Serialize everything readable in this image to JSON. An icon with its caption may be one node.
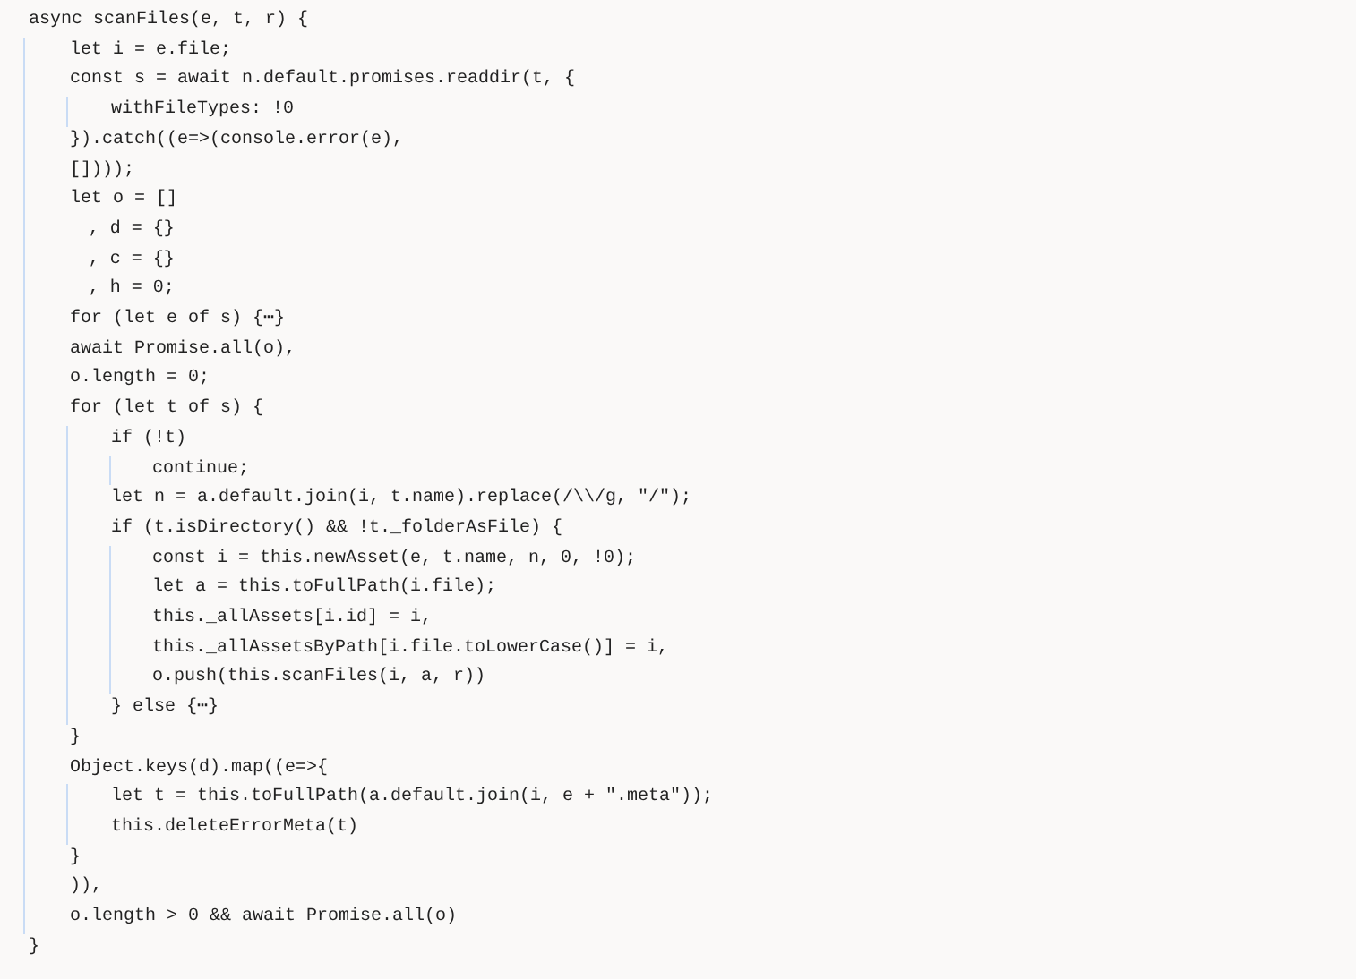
{
  "diagram": {
    "labels": [
      "async scanFiles(e, t, r) {",
      "let i = e.file;",
      "const s = await n.default.promises.readdir(t, {",
      "withFileTypes: !0",
      "}).catch((e=>(console.error(e),",
      "[])));",
      "let o = []",
      ", d = {}",
      ", c = {}",
      ", h = 0;",
      "for (let e of s) {⋯}",
      "await Promise.all(o),",
      "o.length = 0;",
      "for (let t of s) {",
      "if (!t)",
      "continue;",
      "let n = a.default.join(i, t.name).replace(/\\\\/g, \"/\");",
      "if (t.isDirectory() && !t._folderAsFile) {",
      "const i = this.newAsset(e, t.name, n, 0, !0);",
      "let a = this.toFullPath(i.file);",
      "this._allAssets[i.id] = i,",
      "this._allAssetsByPath[i.file.toLowerCase()] = i,",
      "o.push(this.scanFiles(i, a, r))",
      "} else {⋯}",
      "}",
      "Object.keys(d).map((e=>{",
      "let t = this.toFullPath(a.default.join(i, e + \".meta\"));",
      "this.deleteErrorMeta(t)",
      "}",
      ")),",
      "o.length > 0 && await Promise.all(o)",
      "}"
    ]
  }
}
